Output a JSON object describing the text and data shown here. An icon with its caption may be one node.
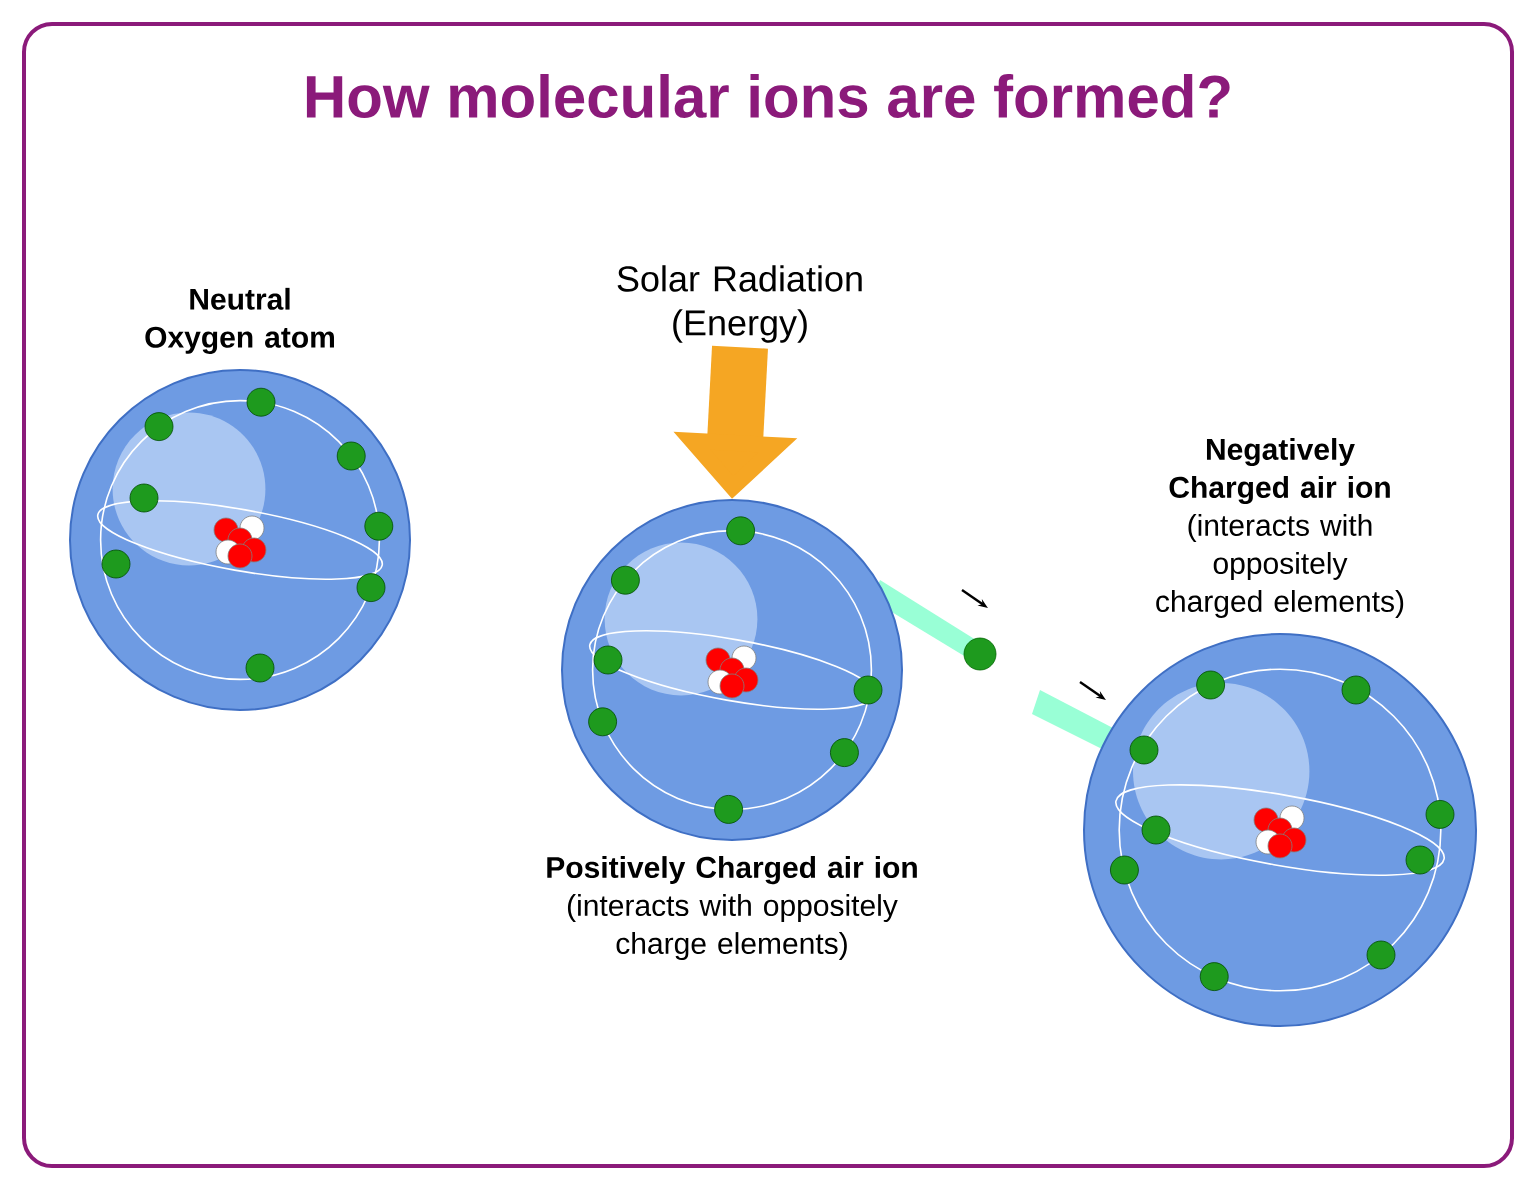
{
  "diagram": {
    "title": "How molecular ions are formed?",
    "nodes": [
      {
        "text": [
          "Neutral Oxygen atom"
        ]
      },
      {
        "text": [
          "Solar Radiation (Energy)"
        ]
      },
      {
        "text": [
          "Positively Charged air ion",
          "(interacts with oppositely charge elements)"
        ]
      },
      {
        "text": [],
        "shape": "circle"
      },
      {
        "text": [
          "Negatively Charged air ion",
          "(interacts with oppositely charged elements)"
        ]
      }
    ],
    "edges": [
      {
        "from": 1,
        "to": 2,
        "arrow": "to",
        "color": "#f5a623"
      }
    ]
  }
}
